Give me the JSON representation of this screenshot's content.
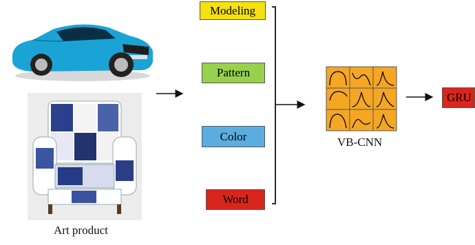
{
  "diagram": {
    "input_label": "Art product",
    "features": [
      {
        "label": "Modeling",
        "color": "#f5e10f"
      },
      {
        "label": "Pattern",
        "color": "#97d14d"
      },
      {
        "label": "Color",
        "color": "#5aaedf"
      },
      {
        "label": "Word",
        "color": "#d9261c"
      }
    ],
    "network_label": "VB-CNN",
    "network_color": "#f5a623",
    "output_label": "GRU",
    "output_color": "#d9261c"
  }
}
